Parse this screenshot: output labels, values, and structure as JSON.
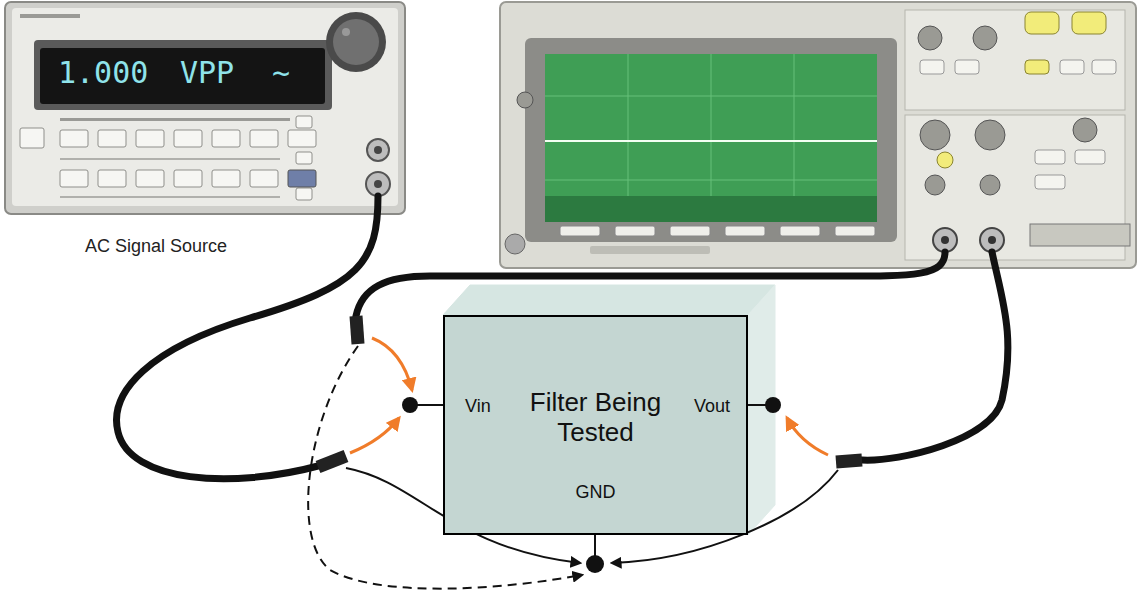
{
  "diagram": {
    "nodes": [
      {
        "text": [
          "1.000",
          "VPP",
          "~"
        ]
      },
      {
        "text": [
          "Filter Being Tested",
          "Vin",
          "Vout",
          "GND"
        ]
      }
    ],
    "labels": [
      "AC Signal Source"
    ]
  }
}
